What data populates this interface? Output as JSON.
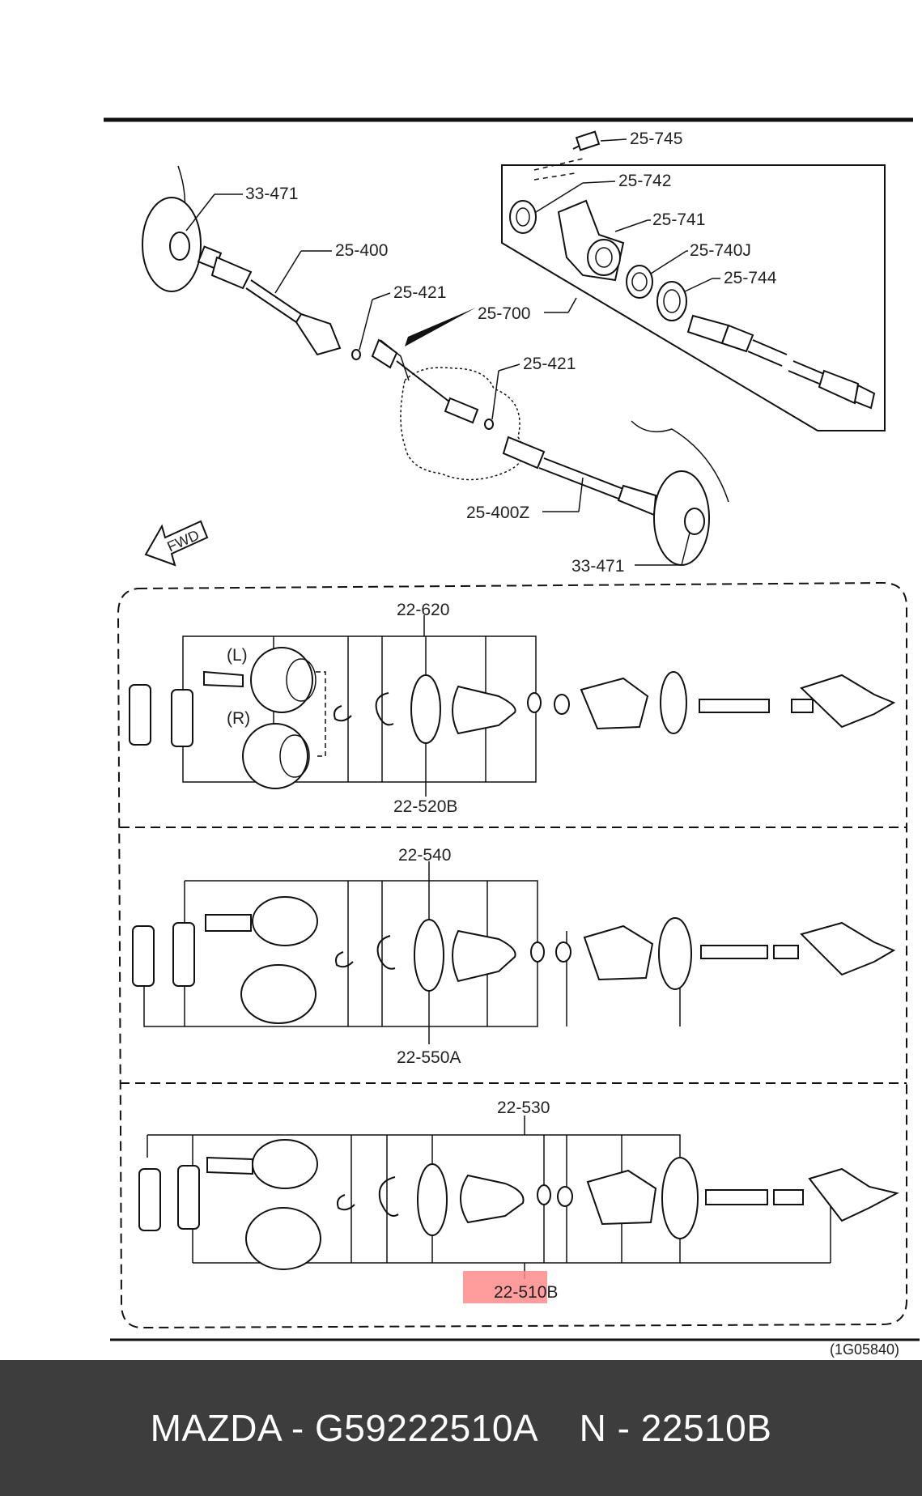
{
  "header_label": "",
  "upper_labels": {
    "l_33_471_top": "33-471",
    "l_25_400": "25-400",
    "l_25_421_a": "25-421",
    "l_25_421_b": "25-421",
    "l_25_700": "25-700",
    "l_25_745": "25-745",
    "l_25_742": "25-742",
    "l_25_741": "25-741",
    "l_25_740j": "25-740J",
    "l_25_744": "25-744",
    "l_25_400z": "25-400Z",
    "l_33_471_bottom": "33-471",
    "fwd": "FWD"
  },
  "section1": {
    "top_label": "22-620",
    "bottom_label": "22-520B",
    "left_variant": "(L)",
    "right_variant": "(R)"
  },
  "section2": {
    "top_label": "22-540",
    "bottom_label": "22-550A"
  },
  "section3": {
    "top_label": "22-530",
    "bottom_label": "22-510B"
  },
  "figure_code": "(1G05840)",
  "highlight_color": "#ff8c8c",
  "footer": {
    "text": "MAZDA - G59222510A    N - 22510B"
  }
}
